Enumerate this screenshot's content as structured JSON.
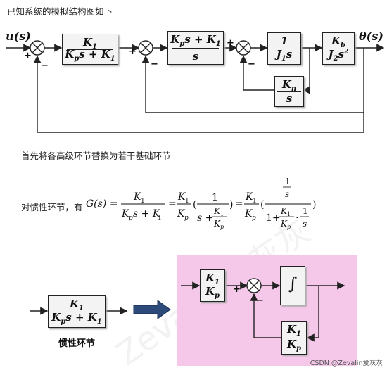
{
  "title_top": "已知系统的模拟结构图如下",
  "input_label": "u(s)",
  "output_label": "θ(s)",
  "section2_title": "首先将各高级环节替换为若干基础环节",
  "equation_prefix": "对惯性环节，有",
  "inertia_label": "惯性环节",
  "csdn_mark": "CSDN @Zevalin爱灰灰",
  "signs": {
    "plus": "+",
    "minus": "−"
  }
}
